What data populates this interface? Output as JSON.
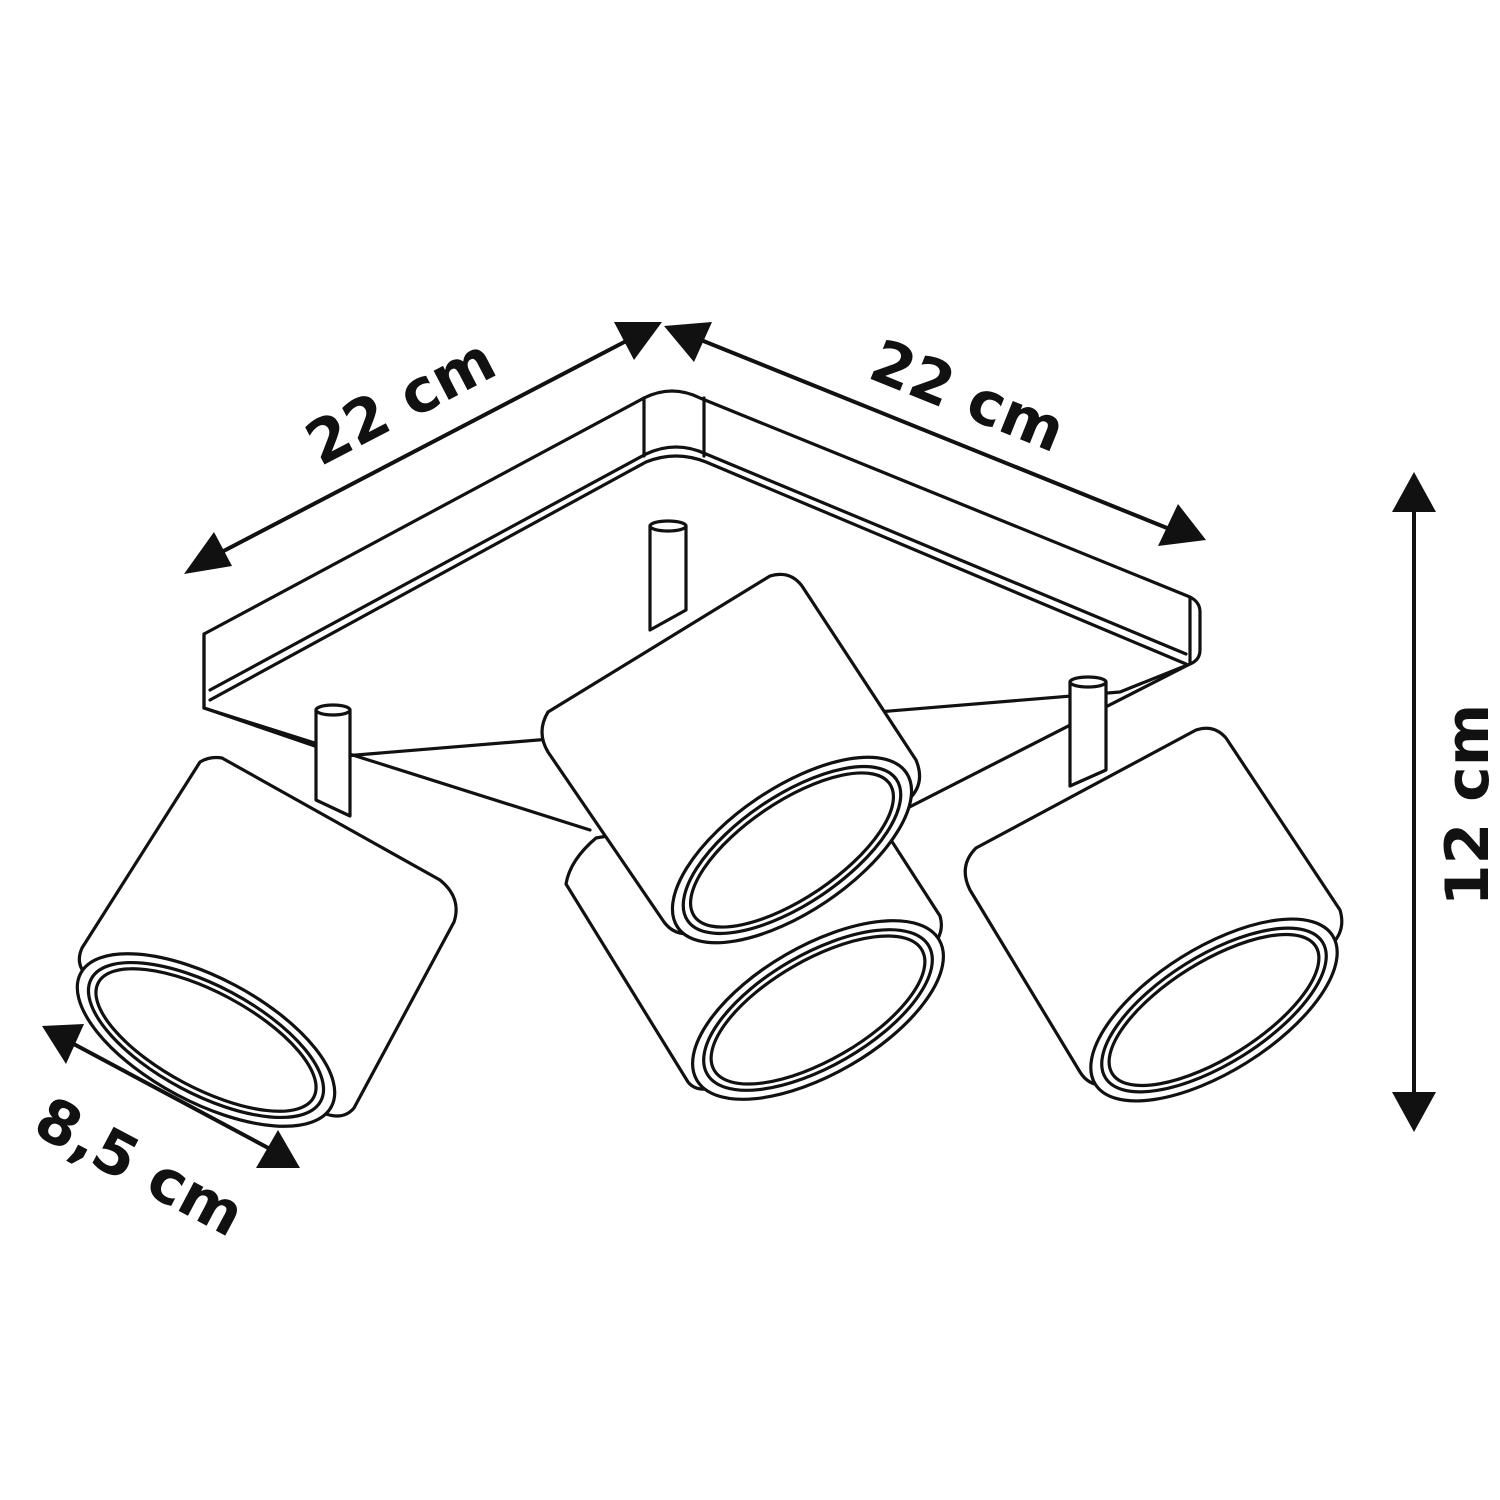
{
  "dimensions": {
    "width_left": "22 cm",
    "width_right": "22 cm",
    "height": "12 cm",
    "spot_diameter": "8,5 cm"
  },
  "colors": {
    "line": "#111111",
    "background": "#ffffff"
  }
}
